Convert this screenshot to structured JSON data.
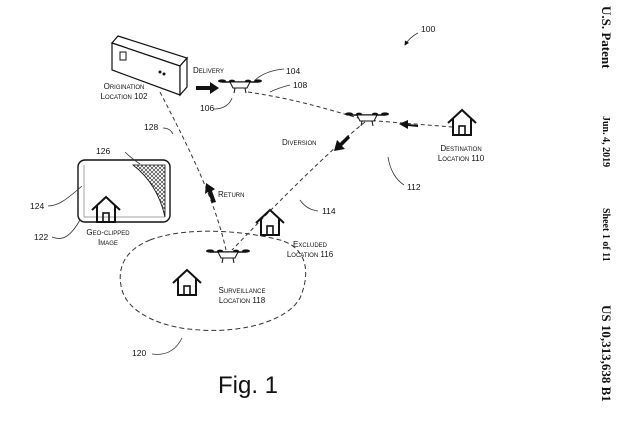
{
  "figure": {
    "ref_main": "100",
    "caption": "Fig. 1",
    "labels": {
      "delivery": "Delivery",
      "origination_1": "Origination",
      "origination_2": "Location 102",
      "destination_1": "Destination",
      "destination_2": "Location 110",
      "diversion": "Diversion",
      "return": "Return",
      "excluded_1": "Excluded",
      "excluded_2": "Location 116",
      "surveillance_1": "Surveillance",
      "surveillance_2": "Location 118",
      "geo_1": "Geo-clipped",
      "geo_2": "Image"
    },
    "refs": {
      "r104": "104",
      "r106": "106",
      "r108": "108",
      "r112": "112",
      "r114": "114",
      "r120": "120",
      "r122": "122",
      "r124": "124",
      "r126": "126",
      "r128": "128"
    }
  },
  "margin": {
    "patent_label": "U.S. Patent",
    "date": "Jun. 4, 2019",
    "sheet": "Sheet 1 of 11",
    "patent_number": "US 10,313,638 B1"
  }
}
